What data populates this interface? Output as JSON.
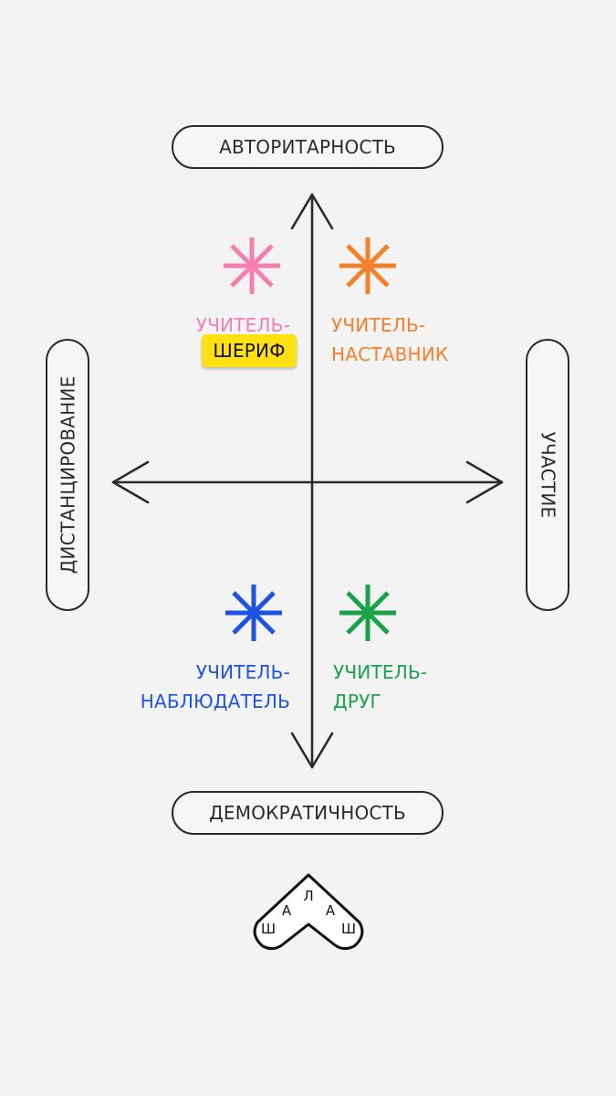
{
  "axis_labels": {
    "top": "АВТОРИТАРНОСТЬ",
    "bottom": "ДЕМОКРАТИЧНОСТЬ",
    "left": "ДИСТАНЦИРОВАНИЕ",
    "right": "УЧАСТИЕ"
  },
  "quadrants": {
    "top_left": {
      "line1": "УЧИТЕЛЬ-",
      "badge": "ШЕРИФ",
      "color": "#f57eb0",
      "icon": "asterisk-icon"
    },
    "top_right": {
      "line1": "УЧИТЕЛЬ-",
      "line2": "НАСТАВНИК",
      "color": "#f5802a",
      "icon": "asterisk-icon"
    },
    "bottom_left": {
      "line1": "УЧИТЕЛЬ-",
      "line2": "НАБЛЮДАТЕЛЬ",
      "color": "#1e52e6",
      "icon": "asterisk-icon"
    },
    "bottom_right": {
      "line1": "УЧИТЕЛЬ-",
      "line2": "ДРУГ",
      "color": "#1aa24a",
      "icon": "asterisk-icon"
    }
  },
  "badge_color": "#ffe010",
  "axis_color": "#2b2b2b",
  "logo": {
    "letters": [
      "Ш",
      "А",
      "Л",
      "А",
      "Ш"
    ]
  }
}
